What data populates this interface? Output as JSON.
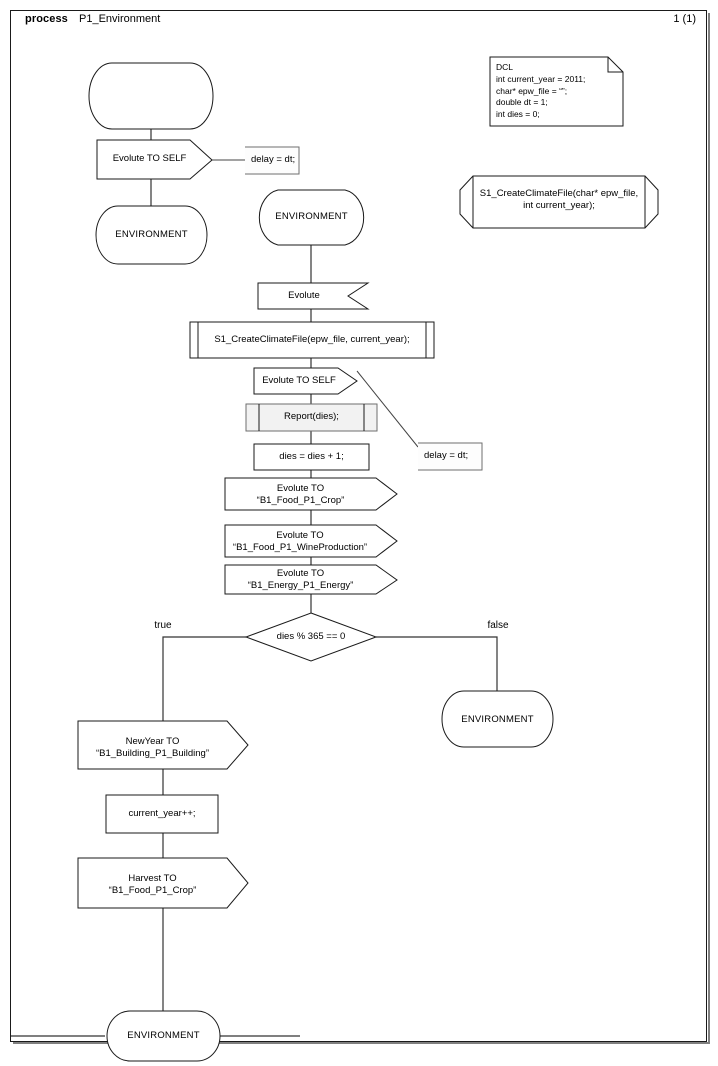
{
  "header": {
    "keyword": "process",
    "name": "P1_Environment",
    "page_number": "1 (1)"
  },
  "declaration": {
    "name": "dcl-block",
    "lines": "DCL\nint current_year = 2011;\nchar* epw_file = “”;\ndouble dt = 1;\nint dies = 0;"
  },
  "procedure_decl": {
    "line1": "S1_CreateClimateFile(char* epw_file,",
    "line2": "int current_year);"
  },
  "branch_labels": {
    "true": "true",
    "false": "false"
  },
  "nodes": {
    "start_state": "",
    "output_evolute_self_top": "Evolute TO SELF",
    "comment_delay_top": "delay = dt;",
    "state_environment_top_left": "ENVIRONMENT",
    "state_environment_main": "ENVIRONMENT",
    "input_evolute": "Evolute",
    "call_create_climate_file": "S1_CreateClimateFile(epw_file, current_year);",
    "output_evolute_self_mid": "Evolute TO SELF",
    "comment_delay_mid": "delay = dt;",
    "call_report": "Report(dies);",
    "task_dies_increment": "dies = dies + 1;",
    "output_crop_line1": "Evolute TO",
    "output_crop_line2": "“B1_Food_P1_Crop”",
    "output_wine_line1": "Evolute TO",
    "output_wine_line2": "“B1_Food_P1_WineProduction”",
    "output_energy_line1": "Evolute TO",
    "output_energy_line2": "“B1_Energy_P1_Energy”",
    "decision_condition": "dies % 365 == 0",
    "state_environment_false": "ENVIRONMENT",
    "output_newyear_line1": "NewYear TO",
    "output_newyear_line2": "“B1_Building_P1_Building”",
    "task_current_year": "current_year++;",
    "output_harvest_line1": "Harvest TO",
    "output_harvest_line2": "“B1_Food_P1_Crop”",
    "state_environment_bottom": "ENVIRONMENT"
  },
  "colors": {
    "stroke": "#1a1a1a",
    "connector": "#333333",
    "shaded_fill": "#f2f2f2",
    "shadow": "#808080",
    "background": "#ffffff"
  }
}
